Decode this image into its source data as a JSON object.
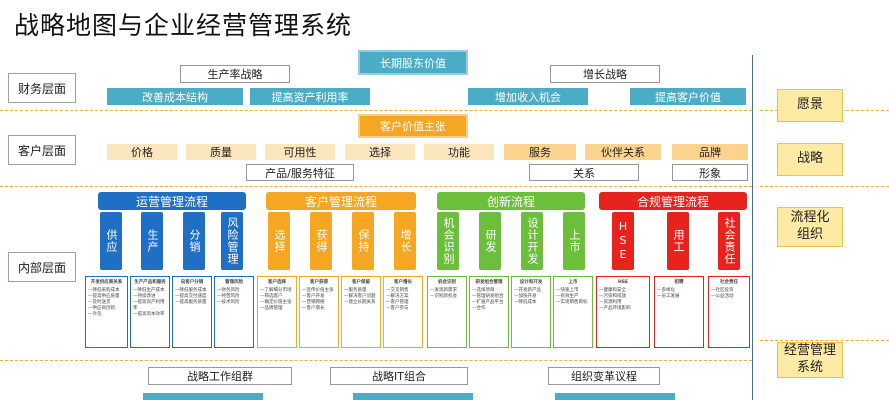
{
  "title": "战略地图与企业经营管理系统",
  "rows": [
    "财务层面",
    "客户层面",
    "内部层面"
  ],
  "financial": {
    "top": "长期股东价值",
    "strategy_left": "生产率战略",
    "strategy_right": "增长战略",
    "items": [
      "改善成本结构",
      "提高资产利用率",
      "增加收入机会",
      "提高客户价值"
    ]
  },
  "customer": {
    "top": "客户价值主张",
    "attributes": [
      "价格",
      "质量",
      "可用性",
      "选择",
      "功能",
      "服务",
      "伙伴关系",
      "品牌"
    ],
    "groups": [
      "产品/服务特征",
      "关系",
      "形象"
    ]
  },
  "processes": [
    {
      "name": "运营管理流程",
      "color": "#1f6fc5",
      "steps": [
        "供应",
        "生产",
        "分销",
        "风险管理"
      ],
      "details": [
        {
          "t": "开发供应商关系",
          "l": [
            "—降低采购成本",
            "—提高供应质量",
            "—及时送货",
            "—供应商创新",
            "—外包"
          ]
        },
        {
          "t": "生产产品和服务",
          "l": [
            "—降低生产成本",
            "—持续改进",
            "—提高资产利用率",
            "—提高资本效率"
          ]
        },
        {
          "t": "向客户分销",
          "l": [
            "—降低服务成本",
            "—提高交付速度",
            "—提高服务质量"
          ]
        },
        {
          "t": "管理风险",
          "l": [
            "—财务风险",
            "—经营风险",
            "—技术风险"
          ]
        }
      ]
    },
    {
      "name": "客户管理流程",
      "color": "#f5a623",
      "steps": [
        "选择",
        "获得",
        "保持",
        "增长"
      ],
      "details": [
        {
          "t": "客户选择",
          "l": [
            "—了解细分市场",
            "—筛选客户",
            "—确定价值主张",
            "—品牌管理"
          ]
        },
        {
          "t": "客户获得",
          "l": [
            "—宣传价值主张",
            "—客户开发",
            "—营销网络",
            "—客户增长"
          ]
        },
        {
          "t": "客户保留",
          "l": [
            "—服务质量",
            "—解决客户问题",
            "—建立长期关系"
          ]
        },
        {
          "t": "客户增长",
          "l": [
            "—交叉销售",
            "—解决方案",
            "—客户管理",
            "—客户参与"
          ]
        }
      ]
    },
    {
      "name": "创新流程",
      "color": "#6cbf3a",
      "steps": [
        "机会识别",
        "研发",
        "设计开发",
        "上市"
      ],
      "details": [
        {
          "t": "机会识别",
          "l": [
            "—发现新需求",
            "—识别新机会"
          ]
        },
        {
          "t": "研发组合管理",
          "l": [
            "—选择项目",
            "—管理研发组合",
            "—扩展产品平台",
            "—合作"
          ]
        },
        {
          "t": "设计和开发",
          "l": [
            "—开发新产品",
            "—加快开发",
            "—降低成本"
          ]
        },
        {
          "t": "上市",
          "l": [
            "—快速上市",
            "—有效生产",
            "—实现销售目标"
          ]
        }
      ]
    },
    {
      "name": "合规管理流程",
      "color": "#e8231e",
      "steps": [
        "HSE",
        "用工",
        "社会责任"
      ],
      "details": [
        {
          "t": "HSE",
          "l": [
            "—健康和安全",
            "—污染和排放",
            "—资源利用",
            "—产品环境影响"
          ]
        },
        {
          "t": "招聘",
          "l": [
            "—多样化",
            "—员工发展"
          ]
        },
        {
          "t": "社会责任",
          "l": [
            "—社区投资",
            "—公益活动"
          ]
        }
      ]
    }
  ],
  "side_labels": [
    "愿景",
    "战略",
    "流程化组织",
    "经营管理系统"
  ],
  "bottom": [
    "战略工作组群",
    "战略IT组合",
    "组织变革议程"
  ]
}
